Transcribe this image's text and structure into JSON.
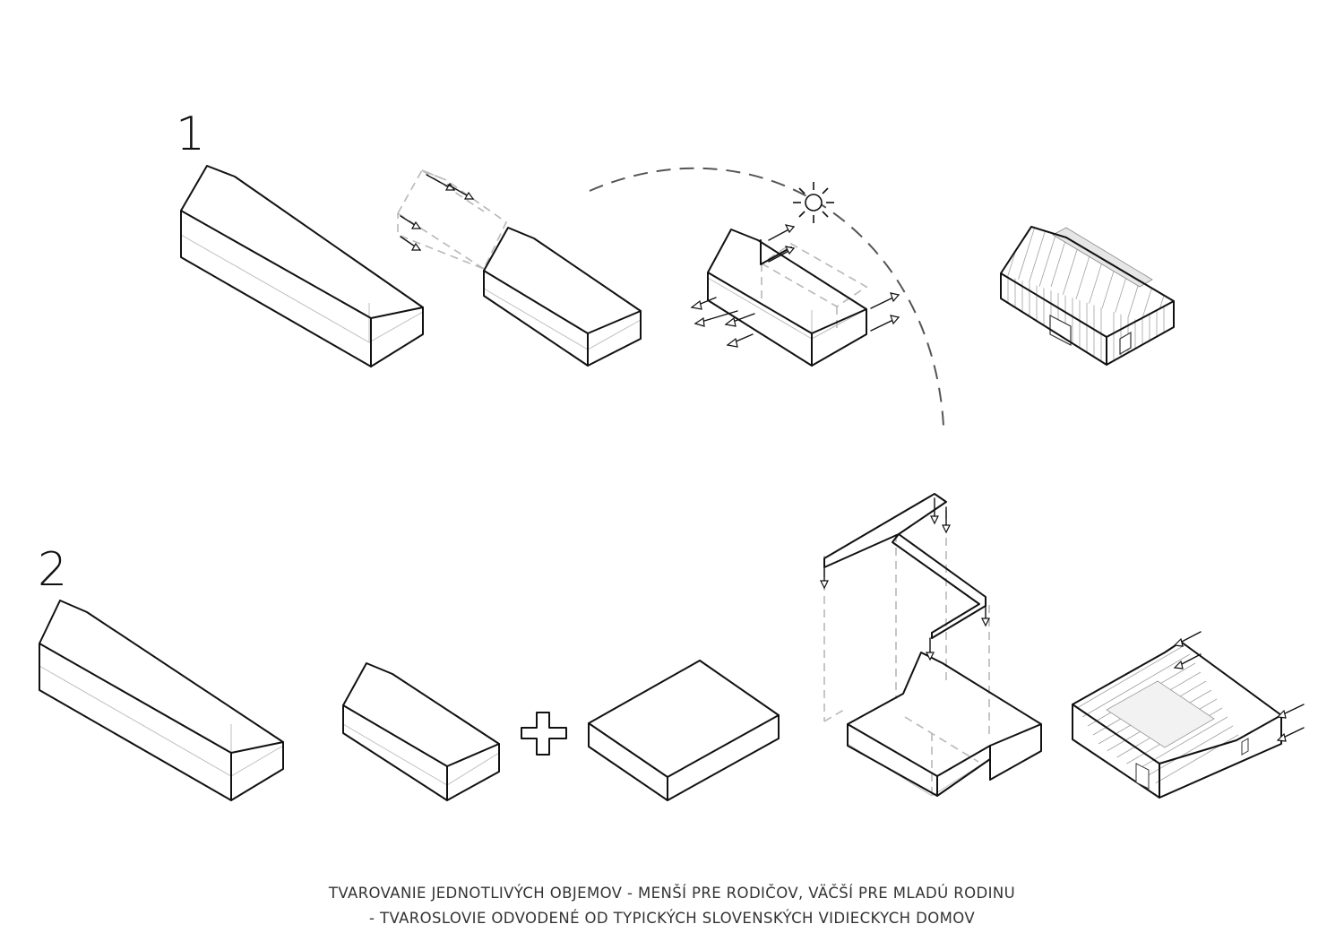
{
  "steps": {
    "one": "1",
    "two": "2"
  },
  "caption": {
    "line1": "TVAROVANIE JEDNOTLIVÝCH OBJEMOV - MENŠÍ PRE RODIČOV, VÄČŠÍ PRE MLADÚ RODINU",
    "line2": "- TVAROSLOVIE ODVODENÉ OD TYPICKÝCH SLOVENSKÝCH VIDIECKYCH DOMOV"
  },
  "colors": {
    "ink": "#111111",
    "hidden_edges": "#bdbdbd",
    "dashed_outline": "#b8b8b8",
    "sun_path": "#555555"
  },
  "icons": [
    "sun-icon",
    "plus-icon",
    "arrow-icon"
  ]
}
